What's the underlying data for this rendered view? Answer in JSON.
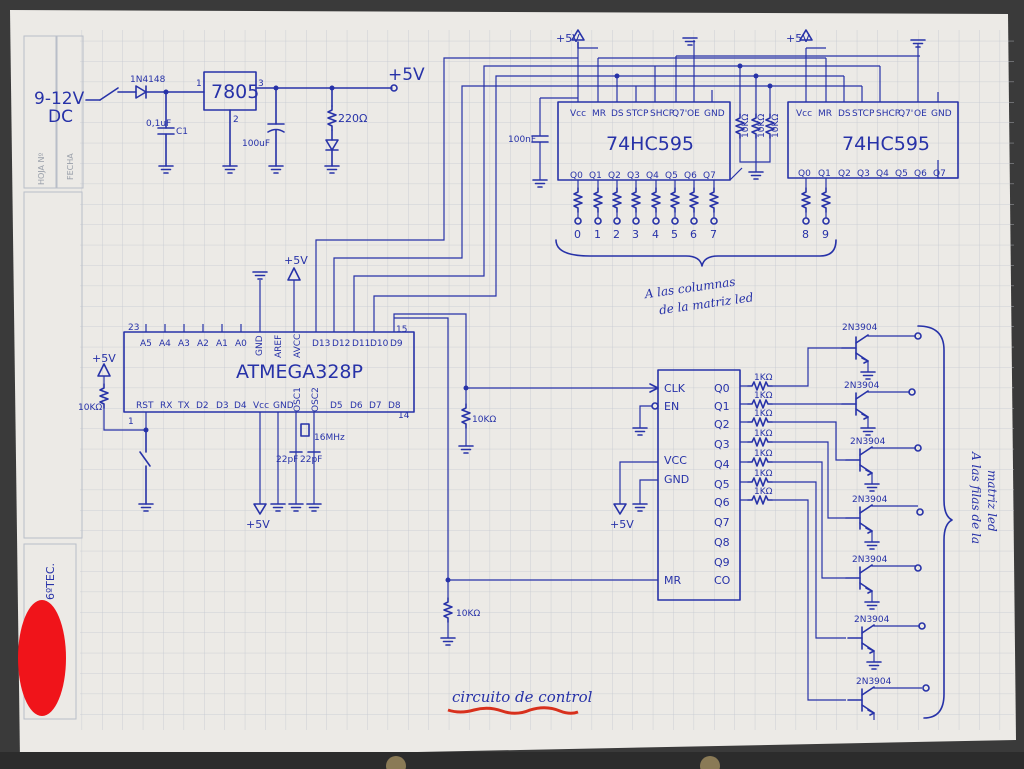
{
  "margin": {
    "sheet_label": "HOJA Nº",
    "date_label": "FECHA",
    "course": "6ºTEC."
  },
  "power": {
    "input": "9-12V",
    "input_type": "DC",
    "diode": "1N4148",
    "cap_c1_value": "0,1uF",
    "cap_c1_name": "C1",
    "regulator": "7805",
    "reg_pin_in": "1",
    "reg_pin_gnd": "2",
    "reg_pin_out": "3",
    "cap_out": "100uF",
    "resistor": "220Ω",
    "rail": "+5V"
  },
  "shift_reg_1": {
    "name": "74HC595",
    "vcc_label": "+5V",
    "top_pins": [
      "Vcc",
      "MR",
      "DS",
      "STCP",
      "SHCP",
      "Q7'",
      "OE",
      "GND"
    ],
    "bottom_pins": [
      "Q0",
      "Q1",
      "Q2",
      "Q3",
      "Q4",
      "Q5",
      "Q6",
      "Q7"
    ],
    "column_numbers": [
      "0",
      "1",
      "2",
      "3",
      "4",
      "5",
      "6",
      "7"
    ],
    "cap": "100nF"
  },
  "pullups": [
    "10KΩ",
    "10KΩ",
    "10KΩ"
  ],
  "shift_reg_2": {
    "name": "74HC595",
    "vcc_label": "+5V",
    "top_pins": [
      "Vcc",
      "MR",
      "DS",
      "STCP",
      "SHCP",
      "Q7'",
      "OE",
      "GND"
    ],
    "bottom_pins": [
      "Q0",
      "Q1",
      "Q2",
      "Q3",
      "Q4",
      "Q5",
      "Q6",
      "Q7"
    ],
    "column_numbers": [
      "8",
      "9"
    ]
  },
  "columns_note": [
    "A las columnas",
    "de la matriz led"
  ],
  "mcu": {
    "name": "ATMEGA328P",
    "top_pins": [
      "A5",
      "A4",
      "A3",
      "A2",
      "A1",
      "A0",
      "GND",
      "AREF",
      "AVCC",
      "D13",
      "D12",
      "D11",
      "D10",
      "D9"
    ],
    "bottom_pins": [
      "RST",
      "RX",
      "TX",
      "D2",
      "D3",
      "D4",
      "Vcc",
      "GND",
      "OSC1",
      "OSC2",
      "D5",
      "D6",
      "D7",
      "D8"
    ],
    "pin_23": "23",
    "pin_1": "1",
    "pin_15": "15",
    "pin_14": "14",
    "rail_label": "+5V",
    "reset_res": "10KΩ",
    "crystal": "16MHz",
    "cap_22_a": "22pF",
    "cap_22_b": "22pF",
    "vcc_out": "+5V"
  },
  "counter": {
    "left_pins": [
      "CLK",
      "EN",
      "VCC",
      "GND",
      "MR"
    ],
    "right_pins": [
      "Q0",
      "Q1",
      "Q2",
      "Q3",
      "Q4",
      "Q5",
      "Q6",
      "Q7",
      "Q8",
      "Q9",
      "CO"
    ],
    "res_clk": "10KΩ",
    "res_mr": "10KΩ",
    "row_res": "1KΩ",
    "vcc_label": "+5V"
  },
  "transistor": "2N3904",
  "rows_note": [
    "A las filas de la",
    "matriz led"
  ],
  "title": "circuito de control"
}
